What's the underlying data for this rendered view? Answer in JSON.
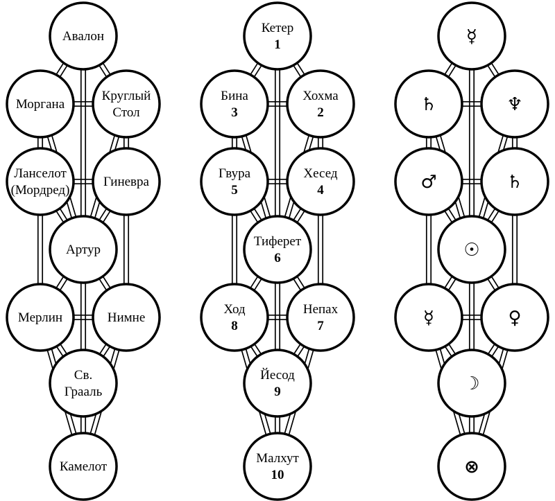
{
  "trees": [
    {
      "name": "arthurian",
      "nodes": [
        {
          "id": "avalon",
          "lines": [
            "Авалон"
          ]
        },
        {
          "id": "morgana",
          "lines": [
            "Моргана"
          ]
        },
        {
          "id": "round-table",
          "lines": [
            "Круглый",
            "Стол"
          ]
        },
        {
          "id": "lancelot",
          "lines": [
            "Ланселот",
            "(Мордред)"
          ]
        },
        {
          "id": "guinevere",
          "lines": [
            "Гиневра"
          ]
        },
        {
          "id": "arthur",
          "lines": [
            "Артур"
          ]
        },
        {
          "id": "merlin",
          "lines": [
            "Мерлин"
          ]
        },
        {
          "id": "nimue",
          "lines": [
            "Нимне"
          ]
        },
        {
          "id": "grail",
          "lines": [
            "Св.",
            "Грааль"
          ]
        },
        {
          "id": "camelot",
          "lines": [
            "Камелот"
          ]
        }
      ]
    },
    {
      "name": "sephiroth",
      "nodes": [
        {
          "id": "keter",
          "lines": [
            "Кетер"
          ],
          "number": "1"
        },
        {
          "id": "bina",
          "lines": [
            "Бина"
          ],
          "number": "3"
        },
        {
          "id": "hokhma",
          "lines": [
            "Хохма"
          ],
          "number": "2"
        },
        {
          "id": "gvura",
          "lines": [
            "Гвура"
          ],
          "number": "5"
        },
        {
          "id": "hesed",
          "lines": [
            "Хесед"
          ],
          "number": "4"
        },
        {
          "id": "tiferet",
          "lines": [
            "Тиферет"
          ],
          "number": "6"
        },
        {
          "id": "hod",
          "lines": [
            "Ход"
          ],
          "number": "8"
        },
        {
          "id": "netsah",
          "lines": [
            "Непах"
          ],
          "number": "7"
        },
        {
          "id": "yesod",
          "lines": [
            "Йесод"
          ],
          "number": "9"
        },
        {
          "id": "malkhut",
          "lines": [
            "Малхут"
          ],
          "number": "10"
        }
      ]
    },
    {
      "name": "planets",
      "nodes": [
        {
          "id": "p-top",
          "symbol": "☿",
          "icon": "mercury-icon"
        },
        {
          "id": "p-left1",
          "symbol": "♄",
          "icon": "saturn-icon"
        },
        {
          "id": "p-right1",
          "symbol": "♆",
          "icon": "neptune-icon"
        },
        {
          "id": "p-left2",
          "symbol": "♂",
          "icon": "mars-icon"
        },
        {
          "id": "p-right2",
          "symbol": "♄",
          "icon": "saturn-icon"
        },
        {
          "id": "p-center",
          "symbol": "☉",
          "icon": "sun-icon"
        },
        {
          "id": "p-left3",
          "symbol": "☿",
          "icon": "mercury-icon"
        },
        {
          "id": "p-right3",
          "symbol": "♀",
          "icon": "venus-icon"
        },
        {
          "id": "p-lower",
          "symbol": "☽",
          "icon": "moon-icon"
        },
        {
          "id": "p-bottom",
          "symbol": "⊗",
          "icon": "earth-icon"
        }
      ]
    }
  ]
}
